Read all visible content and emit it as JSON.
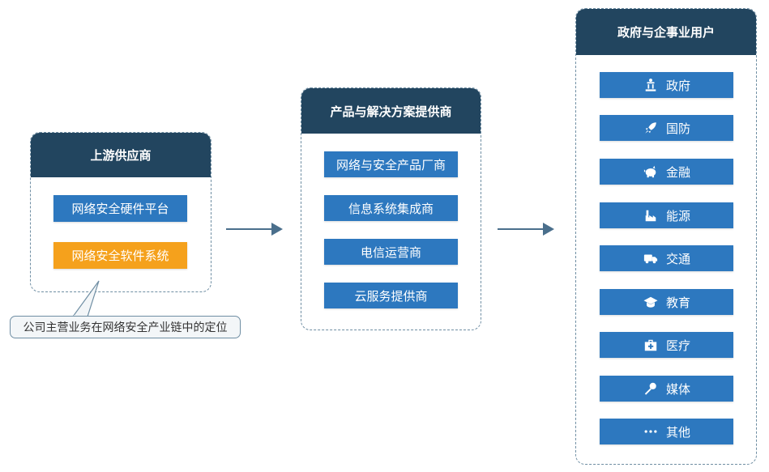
{
  "upstream": {
    "title": "上游供应商",
    "items": [
      {
        "label": "网络安全硬件平台",
        "highlight": false
      },
      {
        "label": "网络安全软件系统",
        "highlight": true
      }
    ]
  },
  "callout": {
    "text": "公司主营业务在网络安全产业链中的定位"
  },
  "solutions": {
    "title": "产品与解决方案提供商",
    "items": [
      {
        "label": "网络与安全产品厂商"
      },
      {
        "label": "信息系统集成商"
      },
      {
        "label": "电信运营商"
      },
      {
        "label": "云服务提供商"
      }
    ]
  },
  "users": {
    "title": "政府与企事业用户",
    "items": [
      {
        "label": "政府",
        "icon": "government-building-icon"
      },
      {
        "label": "国防",
        "icon": "rocket-icon"
      },
      {
        "label": "金融",
        "icon": "piggy-bank-icon"
      },
      {
        "label": "能源",
        "icon": "energy-plant-icon"
      },
      {
        "label": "交通",
        "icon": "truck-icon"
      },
      {
        "label": "教育",
        "icon": "graduation-cap-icon"
      },
      {
        "label": "医疗",
        "icon": "medical-kit-icon"
      },
      {
        "label": "媒体",
        "icon": "microphone-icon"
      },
      {
        "label": "其他",
        "icon": "ellipsis-icon"
      }
    ]
  },
  "colors": {
    "header": "#22455f",
    "item": "#2d78bf",
    "highlight": "#f5a11c",
    "arrow": "#4a6f8c"
  }
}
